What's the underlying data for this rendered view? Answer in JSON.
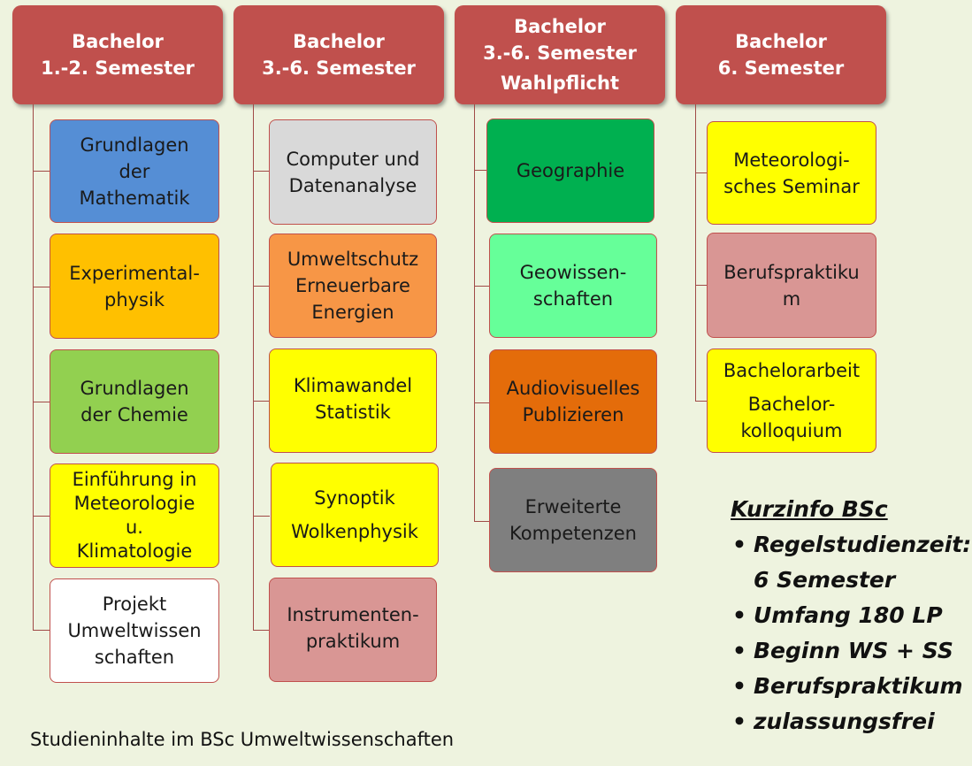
{
  "columns": [
    {
      "header_line1": "Bachelor",
      "header_line2": "1.-2. Semester",
      "header_line3": "",
      "modules": [
        {
          "line1": "Grundlagen",
          "line2": "der",
          "line3": "Mathematik",
          "color": "#558ed5"
        },
        {
          "line1": "Experimental-",
          "line2": "physik",
          "line3": "",
          "color": "#ffc000"
        },
        {
          "line1": "Grundlagen",
          "line2": "der Chemie",
          "line3": "",
          "color": "#92d050"
        },
        {
          "line1": "Einführung in",
          "line2": "Meteorologie",
          "line3": "u.",
          "line4": "Klimatologie",
          "color": "#ffff00"
        },
        {
          "line1": "Projekt",
          "line2": "Umweltwissen",
          "line3": "schaften",
          "color": "#ffffff"
        }
      ]
    },
    {
      "header_line1": "Bachelor",
      "header_line2": "3.-6. Semester",
      "header_line3": "",
      "modules": [
        {
          "line1": "Computer und",
          "line2": "Datenanalyse",
          "color": "#d9d9d9"
        },
        {
          "line1": "Umweltschutz",
          "line2": "Erneuerbare",
          "line3": "Energien",
          "color": "#f79646"
        },
        {
          "line1": "Klimawandel",
          "line2": "Statistik",
          "color": "#ffff00"
        },
        {
          "line1": "Synoptik",
          "line2": "Wolkenphysik",
          "color": "#ffff00"
        },
        {
          "line1": "Instrumenten-",
          "line2": "praktikum",
          "color": "#d99694"
        }
      ]
    },
    {
      "header_line1": "Bachelor",
      "header_line2": "3.-6. Semester",
      "header_line3": "Wahlpflicht",
      "modules": [
        {
          "line1": "Geographie",
          "color": "#00b050"
        },
        {
          "line1": "Geowissen-",
          "line2": "schaften",
          "color": "#66ff99"
        },
        {
          "line1": "Audiovisuelles",
          "line2": "Publizieren",
          "color": "#e46c0a"
        },
        {
          "line1": "Erweiterte",
          "line2": "Kompetenzen",
          "color": "#7f7f7f"
        }
      ]
    },
    {
      "header_line1": "Bachelor",
      "header_line2": "6. Semester",
      "header_line3": "",
      "modules": [
        {
          "line1": "Meteorologi-",
          "line2": "sches Seminar",
          "color": "#ffff00"
        },
        {
          "line1": "Berufspraktiku",
          "line2": "m",
          "color": "#d99694"
        },
        {
          "line1": "Bachelorarbeit",
          "line2": "Bachelor-",
          "line3": "kolloquium",
          "color": "#ffff00"
        }
      ]
    }
  ],
  "info": {
    "title": "Kurzinfo BSc",
    "bullet": "•",
    "items": [
      "Regelstudienzeit:",
      "6 Semester",
      "Umfang 180 LP",
      "Beginn WS + SS",
      "Berufspraktikum",
      "zulassungsfrei"
    ]
  },
  "caption": "Studieninhalte im BSc Umweltwissenschaften",
  "colors": {
    "header": "#c0504d",
    "border": "#c0504d",
    "background": "#eef3df"
  }
}
